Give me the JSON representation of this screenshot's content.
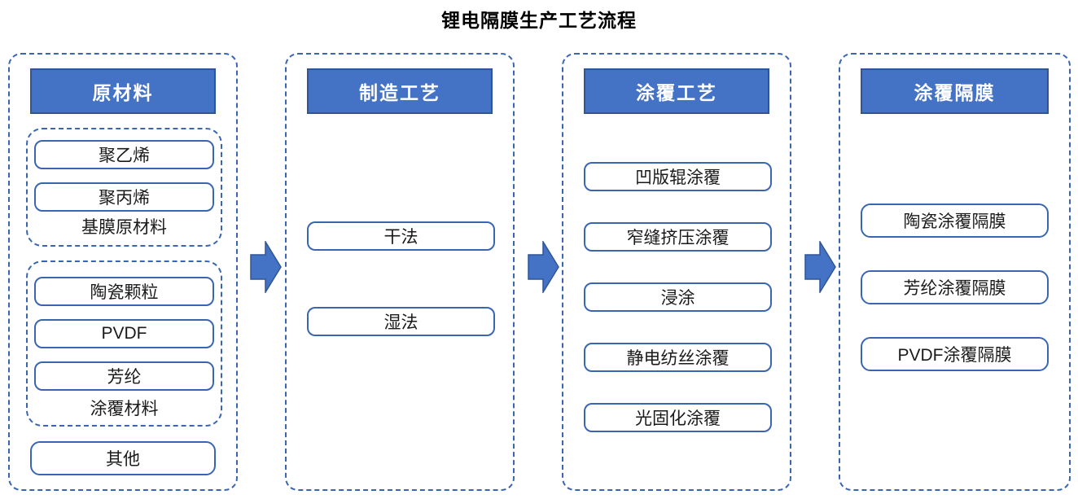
{
  "title": "锂电隔膜生产工艺流程",
  "colors": {
    "accent_blue": "#4472c4",
    "border_blue": "#3a66b1",
    "header_border": "#2f5597",
    "header_text": "#ffffff",
    "body_text": "#1a1a1a"
  },
  "columns": [
    {
      "header": "原材料",
      "groups": [
        {
          "label": "基膜原材料",
          "items": [
            "聚乙烯",
            "聚丙烯"
          ]
        },
        {
          "label": "涂覆材料",
          "items": [
            "陶瓷颗粒",
            "PVDF",
            "芳纶"
          ]
        }
      ],
      "standalone_item": "其他"
    },
    {
      "header": "制造工艺",
      "items": [
        "干法",
        "湿法"
      ]
    },
    {
      "header": "涂覆工艺",
      "items": [
        "凹版辊涂覆",
        "窄缝挤压涂覆",
        "浸涂",
        "静电纺丝涂覆",
        "光固化涂覆"
      ]
    },
    {
      "header": "涂覆隔膜",
      "items": [
        "陶瓷涂覆隔膜",
        "芳纶涂覆隔膜",
        "PVDF涂覆隔膜"
      ]
    }
  ]
}
